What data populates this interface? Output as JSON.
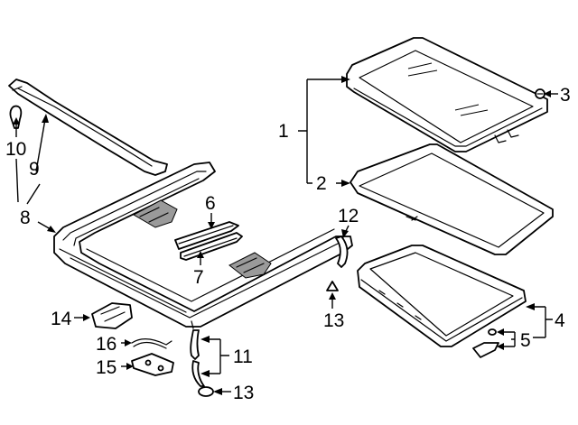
{
  "callouts": {
    "c1": "1",
    "c2": "2",
    "c3": "3",
    "c4": "4",
    "c5": "5",
    "c6": "6",
    "c7": "7",
    "c8": "8",
    "c9": "9",
    "c10": "10",
    "c11": "11",
    "c12": "12",
    "c13a": "13",
    "c13b": "13",
    "c14": "14",
    "c15": "15",
    "c16": "16"
  }
}
